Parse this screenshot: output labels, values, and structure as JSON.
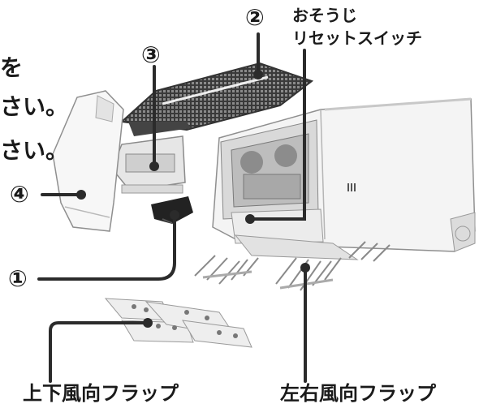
{
  "cut_text": [
    "を",
    "さい。",
    "さい。"
  ],
  "callouts": {
    "c1": "①",
    "c2": "②",
    "c3": "③",
    "c4": "④"
  },
  "reset_switch": [
    "おそうじ",
    "リセットスイッチ"
  ],
  "bottom_labels": {
    "vertical_flap": "上下風向フラップ",
    "horizontal_flap": "左右風向フラップ"
  },
  "colors": {
    "leader": "#2b2b2b",
    "body": "#f2f2f2",
    "outline": "#9a9a9a",
    "filter": "#3a3a3a"
  }
}
